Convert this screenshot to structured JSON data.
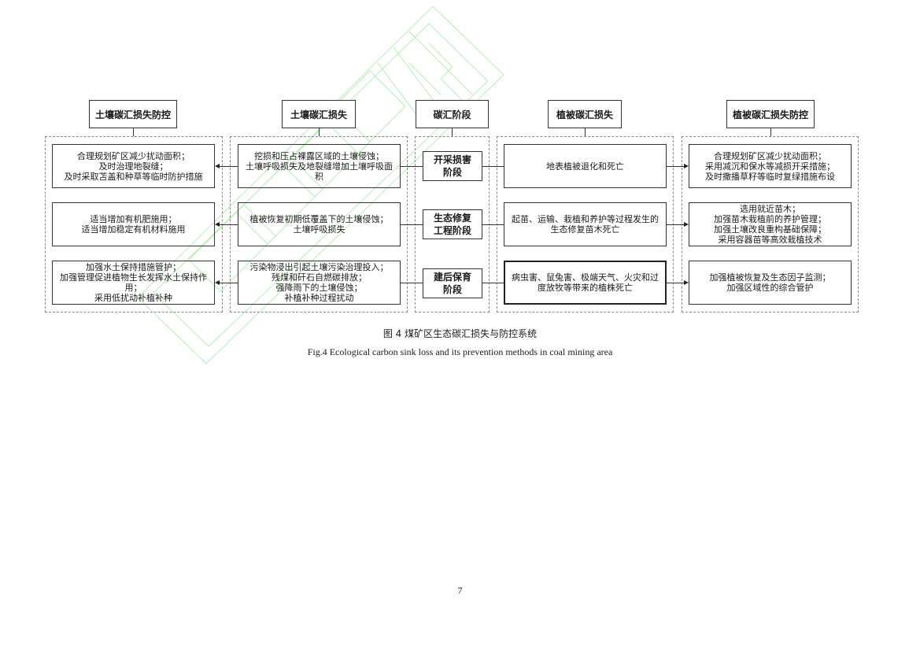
{
  "figure": {
    "columns": [
      {
        "header": "土壤碳汇损失防控",
        "rows": [
          "合理规划矿区减少扰动面积；\n及时治理地裂缝；\n及时采取苫盖和种草等临时防护措施",
          "适当增加有机肥施用；\n适当增加稳定有机材料施用",
          "加强水土保持措施管护；\n加强管理促进植物生长发挥水土保持作用；\n采用低扰动补植补种"
        ]
      },
      {
        "header": "土壤碳汇损失",
        "rows": [
          "挖损和压占裸露区域的土壤侵蚀；\n土壤呼吸损失及地裂缝增加土壤呼吸面积",
          "植被恢复初期低覆盖下的土壤侵蚀；\n土壤呼吸损失",
          "污染物浸出引起土壤污染治理投入；\n残煤和矸石自燃碳排放；\n强降雨下的土壤侵蚀；\n补植补种过程扰动"
        ]
      },
      {
        "header": "碳汇阶段",
        "rows": [
          "开采损害\n阶段",
          "生态修复\n工程阶段",
          "建后保育\n阶段"
        ]
      },
      {
        "header": "植被碳汇损失",
        "rows": [
          "地表植被退化和死亡",
          "起苗、运输、栽植和养护等过程发生的生态修复苗木死亡",
          "病虫害、鼠兔害、极端天气、火灾和过度放牧等带来的植株死亡"
        ]
      },
      {
        "header": "植被碳汇损失防控",
        "rows": [
          "合理规划矿区减少扰动面积；\n采用减沉和保水等减损开采措施；\n及时撒播草籽等临时复绿措施布设",
          "选用就近苗木；\n加强苗木栽植前的养护管理；\n加强土壤改良重构基础保障；\n采用容器苗等高效栽植技术",
          "加强植被恢复及生态因子监测；\n加强区域性的综合管护"
        ]
      }
    ],
    "caption_cn": "图 4  煤矿区生态碳汇损失与防控系统",
    "caption_en": "Fig.4 Ecological carbon sink loss and its prevention methods in coal mining area",
    "colors": {
      "box_border": "#333333",
      "dash_border": "#888888",
      "watermark": "#8be08b"
    }
  },
  "page_number": "7"
}
